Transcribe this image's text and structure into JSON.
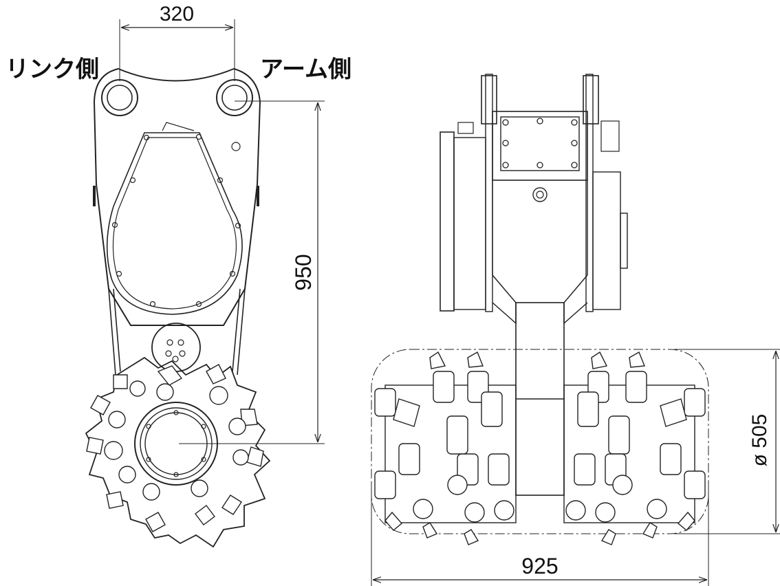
{
  "labels": {
    "link_side": "リンク側",
    "arm_side": "アーム側"
  },
  "dimensions": {
    "pin_spacing": "320",
    "height": "950",
    "drum_diameter": "ø 505",
    "overall_width": "925"
  },
  "colors": {
    "line": "#222222",
    "background": "#ffffff"
  }
}
